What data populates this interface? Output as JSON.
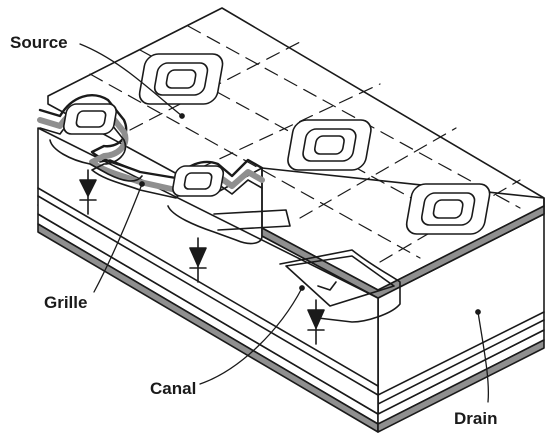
{
  "diagram": {
    "labels": {
      "source": "Source",
      "grille": "Grille",
      "canal": "Canal",
      "drain": "Drain"
    },
    "colors": {
      "stroke": "#1a1a1a",
      "metal_layer": "#8f8f8f",
      "background": "#ffffff"
    }
  }
}
